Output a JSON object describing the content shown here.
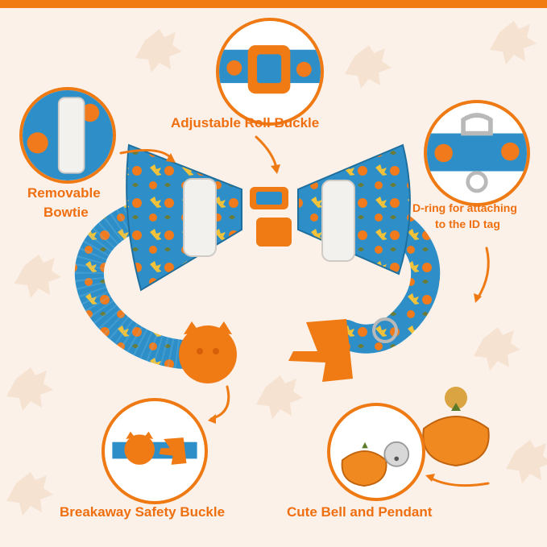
{
  "colors": {
    "accent": "#ef7a14",
    "fabric_blue": "#2e8fc8",
    "pumpkin": "#f07a1c",
    "background": "#fbf1e8"
  },
  "labels": {
    "roll_buckle": "Adjustable Roll Buckle",
    "bowtie_line1": "Removable",
    "bowtie_line2": "Bowtie",
    "dring_line1": "D-ring for attaching",
    "dring_line2": "to the ID tag",
    "safety_buckle": "Breakaway Safety Buckle",
    "bell_pendant": "Cute Bell and Pendant"
  }
}
